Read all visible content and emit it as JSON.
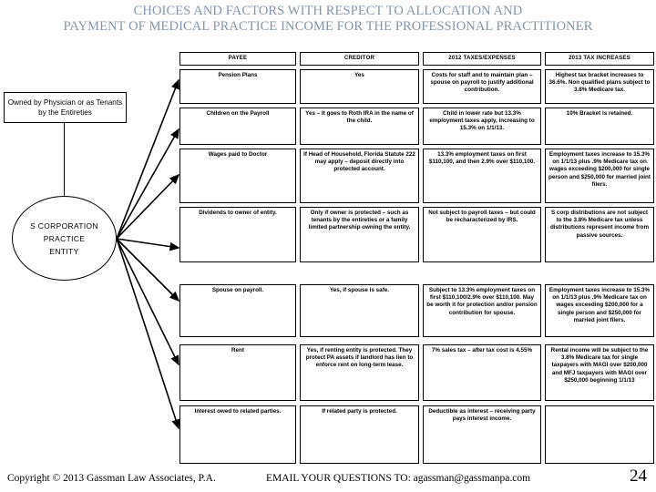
{
  "title": {
    "line1": "CHOICES AND FACTORS WITH RESPECT TO ALLOCATION AND",
    "line2": "PAYMENT OF MEDICAL PRACTICE INCOME FOR THE PROFESSIONAL PRACTITIONER",
    "color": "#8596a8"
  },
  "diagram": {
    "owner_box": "Owned by Physician or as Tenants by the Entireties",
    "entity_oval_line1": "S CORPORATION",
    "entity_oval_line2": "PRACTICE",
    "entity_oval_line3": "ENTITY",
    "arrow_count": 7
  },
  "table": {
    "columns": [
      "PAYEE",
      "CREDITOR",
      "2012 TAXES/EXPENSES",
      "2013 TAX INCREASES"
    ],
    "rows": [
      {
        "payee": "Pension Plans",
        "creditor": "Yes",
        "taxes2012": "Costs for staff and to maintain plan – spouse on payroll to justify additional contribution.",
        "taxes2013": "Highest tax bracket increases to 36.6%. Non qualified plans subject to 3.8% Medicare tax."
      },
      {
        "payee": "Children on the Payroll",
        "creditor": "Yes – It goes to Roth IRA in the name of the child.",
        "taxes2012": "Child in lower rate but 13.3% employment taxes apply, increasing to 15.3% on 1/1/13.",
        "taxes2013": "10% Bracket is retained."
      },
      {
        "payee": "Wages paid to Doctor",
        "creditor": "If Head of Household, Florida Statute 222 may apply – deposit directly into protected account.",
        "taxes2012": "13.3% employment taxes on first $110,100, and then 2.9% over $110,100.",
        "taxes2013": "Employment taxes increase to 15.3% on 1/1/13 plus .9% Medicare tax on wages exceeding $200,000 for single person and $250,000 for married joint filers."
      },
      {
        "payee": "Dividends to owner of entity.",
        "creditor": "Only if owner is protected – such as tenants by the entireties or a family limited partnership owning the entity.",
        "taxes2012": "Not subject to payroll taxes – but could be recharacterized by IRS.",
        "taxes2013": "S corp distributions are not subject to the 3.8% Medicare tax unless distributions represent income from passive sources."
      },
      {
        "payee": "Spouse on payroll.",
        "creditor": "Yes, if spouse is safe.",
        "taxes2012": "Subject to 13.3% employment taxes on first $110,100/2.9% over $110,100. May be worth it for protection and/or pension contribution for spouse.",
        "taxes2013": "Employment taxes increase to 15.3% on 1/1/13 plus .9% Medicare tax on wages exceeding $200,000 for a single person and $250,000 for married joint filers."
      },
      {
        "payee": "Rent",
        "creditor": "Yes, if renting entity is protected. They protect PA assets if landlord has lien to enforce rent on long-term lease.",
        "taxes2012": "7% sales tax – after tax cost is 4.55%",
        "taxes2013": "Rental income will be subject to the 3.8% Medicare tax for single taxpayers with MAGI over $200,000 and MFJ taxpayers with MAGI over $250,000 beginning 1/1/13"
      },
      {
        "payee": "Interest owed to related parties.",
        "creditor": "If related party is protected.",
        "taxes2012": "Deductible as interest – receiving party pays interest income.",
        "taxes2013": ""
      }
    ]
  },
  "footer": {
    "copyright": "Copyright © 2013 Gassman Law Associates, P.A.",
    "email_label": "EMAIL YOUR QUESTIONS TO: agassman@gassmanpa.com",
    "page_number": "24"
  }
}
